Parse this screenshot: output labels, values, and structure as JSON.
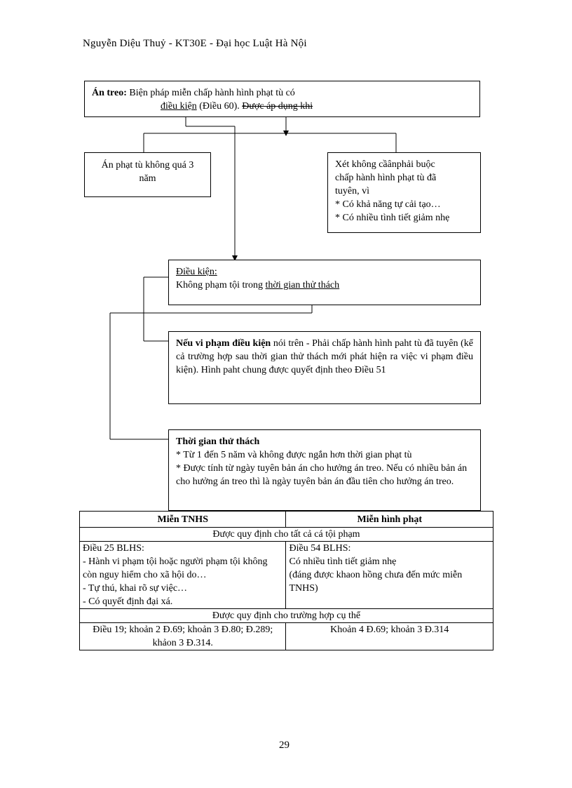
{
  "header": {
    "text": "Nguyễn Diệu Thuỷ - KT30E - Đại học Luật Hà Nội"
  },
  "top_box": {
    "bold": "Án treo:",
    "line1_rest": " Biện pháp miễn chấp hành hình phạt tù có",
    "line2_underlined": "điều kiện",
    "line2_mid": " (Điều 60). ",
    "line2_struck": "Được áp dụng khi"
  },
  "left_box": {
    "text": "Án phạt tù không quá 3 năm"
  },
  "right_box": {
    "line1": "Xét không cầânphải buộc",
    "line2": "chấp hành hình phạt tù đã",
    "line3": "tuyên, vì",
    "line4": "* Có khả năng tự cải tạo…",
    "line5": "* Có nhiều tình tiết giảm nhẹ"
  },
  "condition_box": {
    "title": "Điều kiện:",
    "body_pre": "Không phạm tội trong ",
    "body_underlined": "thời gian thử thách"
  },
  "violation_box": {
    "bold": "Nếu vi phạm điều kiện",
    "rest": " nói trên - Phải chấp hành hình paht tù đã tuyên (kể cả trường hợp sau thời gian thử thách mới phát hiện ra việc vi phạm điều kiện). Hình paht chung được quyết định theo Điều 51"
  },
  "probation_box": {
    "title": "Thời gian thử thách",
    "line1": "* Từ 1 đến 5 năm và không được ngắn hơn thời gian phạt tù",
    "line2": "* Được tính từ ngày tuyên bản án cho hưởng án treo. Nếu có nhiều bản án cho hưởng án treo thì là ngày tuyên bản án đầu tiên cho hưởng án treo."
  },
  "table": {
    "col1_header": "Miễn TNHS",
    "col2_header": "Miễn hình phạt",
    "row1_span": "Được quy định cho tất cả cá tội phạm",
    "col1_r2": [
      "Điều 25 BLHS:",
      "- Hành vi phạm tội hoặc người phạm tội không còn nguy hiểm cho xã hội do…",
      "- Tự thú, khai rõ sự việc…",
      "- Có quyết định đại xá."
    ],
    "col2_r2": [
      "Điều 54 BLHS:",
      "Có nhiều tình tiết giảm nhẹ",
      "(đáng được khaon hồng chưa đến mức miễn TNHS)"
    ],
    "row3_span": "Được quy định cho trường hợp cụ thể",
    "col1_r4": "Điều 19; khoản 2 Đ.69; khoản 3 Đ.80; Đ.289; khảon 3 Đ.314.",
    "col2_r4": "Khoản 4 Đ.69; khoản 3 Đ.314"
  },
  "page_number": "29"
}
